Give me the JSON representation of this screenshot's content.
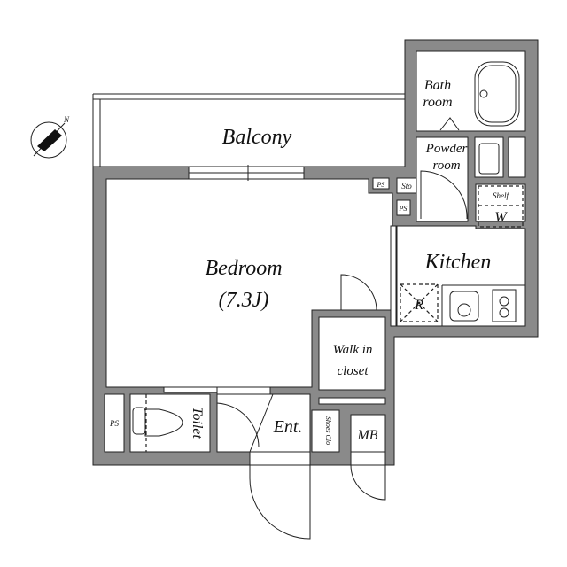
{
  "plan": {
    "rooms": {
      "balcony": "Balcony",
      "bedroom": "Bedroom",
      "bedroom_size": "(7.3J)",
      "kitchen": "Kitchen",
      "bath_line1": "Bath",
      "bath_line2": "room",
      "powder_line1": "Powder",
      "powder_line2": "room",
      "walkin_line1": "Walk in",
      "walkin_line2": "closet",
      "toilet": "Toilet",
      "entrance": "Ent.",
      "shoes": "Shoes Clo",
      "mb": "MB"
    },
    "fixtures": {
      "ps1": "PS",
      "ps2": "PS",
      "ps3": "PS",
      "storage": "Sto",
      "shelf": "Shelf",
      "washer": "W",
      "fridge": "R"
    },
    "compass": {
      "label": "N",
      "icon": "north-arrow-icon"
    },
    "colors": {
      "wall": "#8a8a8a"
    }
  }
}
